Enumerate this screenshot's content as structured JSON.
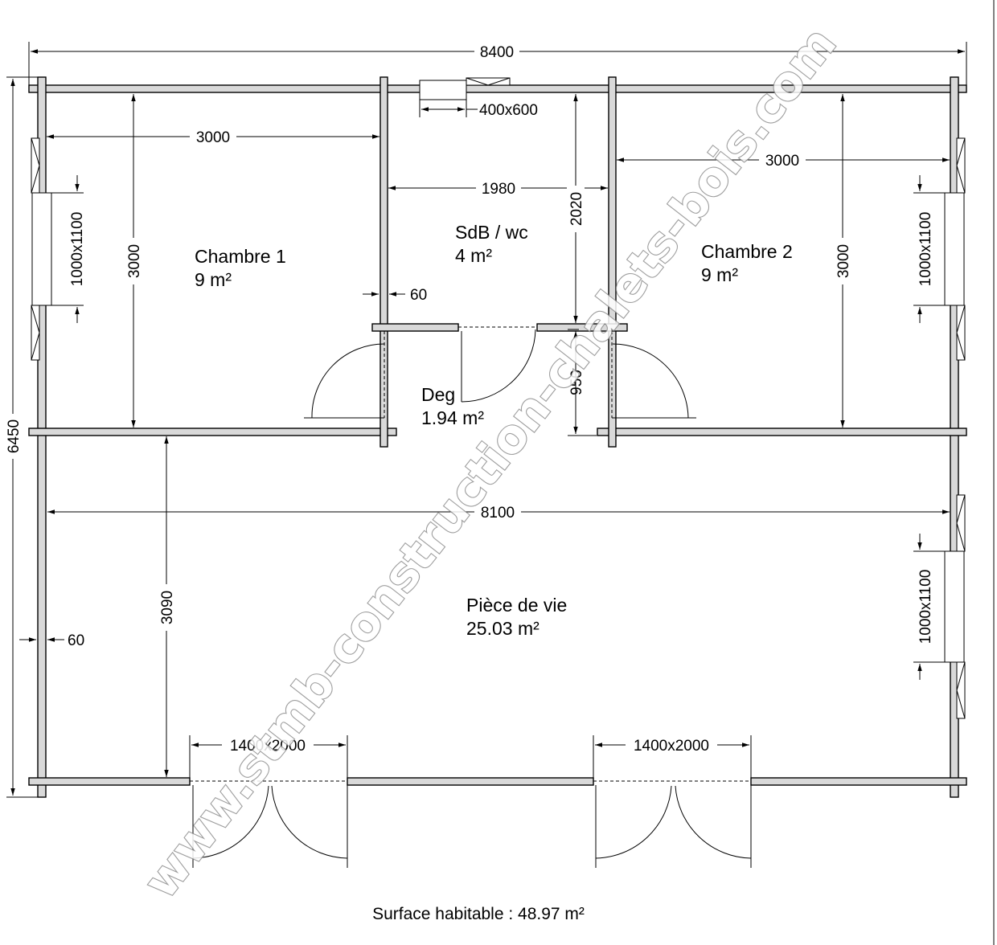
{
  "watermark": "www.stmb-construction-chalets-bois.com",
  "caption": "Surface habitable : 48.97 m²",
  "rooms": {
    "chambre1": {
      "name": "Chambre 1",
      "area": "9 m²"
    },
    "sdb": {
      "name": "SdB / wc",
      "area": "4 m²"
    },
    "chambre2": {
      "name": "Chambre 2",
      "area": "9 m²"
    },
    "deg": {
      "name": "Deg",
      "area": "1.94 m²"
    },
    "piece": {
      "name": "Pièce de vie",
      "area": "25.03 m²"
    }
  },
  "dimensions": {
    "overall_width": "8400",
    "overall_height": "6450",
    "ch1_width": "3000",
    "ch1_height": "3000",
    "sdb_width": "1980",
    "sdb_height": "2020",
    "ch2_width": "3000",
    "ch2_height": "3000",
    "window_sdb": "400x600",
    "window_ch1": "1000x1100",
    "window_ch2": "1000x1100",
    "window_piece": "1000x1100",
    "wall_interior": "60",
    "wall_exterior": "60",
    "deg_door": "950",
    "piece_width": "8100",
    "piece_height": "3090",
    "door_left": "1400x2000",
    "door_right": "1400x2000"
  }
}
